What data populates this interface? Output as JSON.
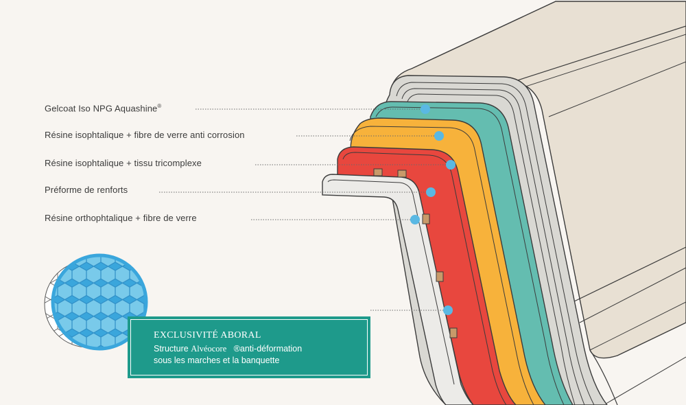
{
  "layers": [
    {
      "label": "Gelcoat Iso NPG Aquashine",
      "mark": "®"
    },
    {
      "label": "Résine isophtalique + fibre de verre anti corrosion"
    },
    {
      "label": "Résine isophtalique + tissu tricomplexe"
    },
    {
      "label": "Préforme de renforts"
    },
    {
      "label": "Résine orthophtalique + fibre de verre"
    }
  ],
  "badge": {
    "title": "EXCLUSIVITÉ ABORAL",
    "line1_prefix": "Structure ",
    "brand": "Alvéocore",
    "line1_suffix": "®anti-déformation",
    "line2": "sous les marches et la banquette"
  },
  "colors": {
    "background": "#f8f5f1",
    "shell": "#e8e0d3",
    "gelcoat": "#d9d8d3",
    "teal": "#64bdb0",
    "yellow": "#f7b23b",
    "red": "#e8473e",
    "white_layer": "#ecebe8",
    "blocks": "#c89a6a",
    "dot": "#5ab8e3",
    "badge": "#1e9a8b"
  },
  "icons": [
    "honeycomb-icon"
  ]
}
